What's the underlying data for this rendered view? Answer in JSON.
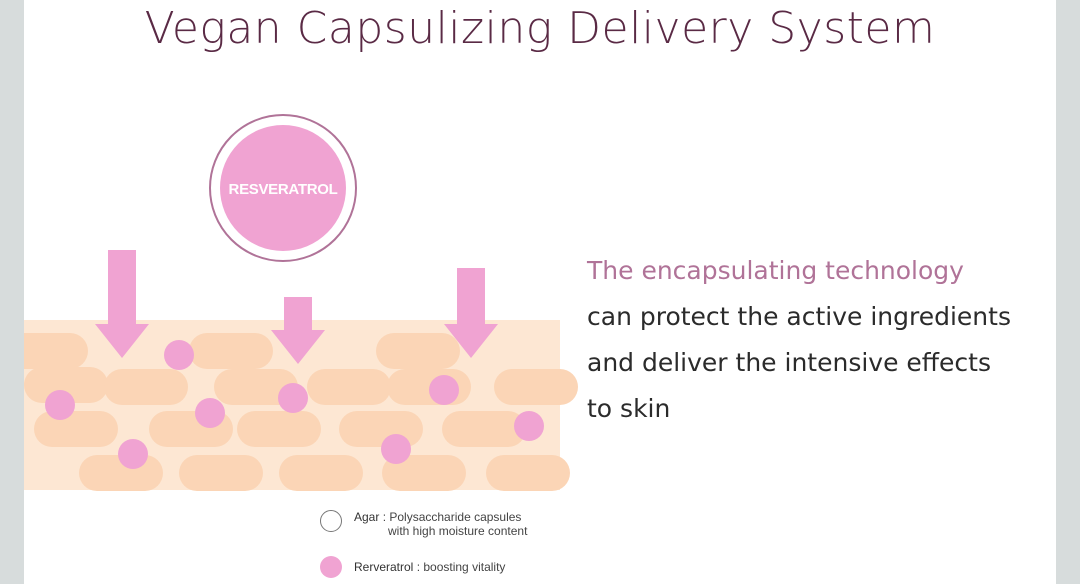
{
  "title": "Vegan Capsulizing Delivery System",
  "capsule": {
    "label": "RESVERATROL"
  },
  "description": {
    "highlight": "The encapsulating technology",
    "line2": "can protect the active ingredients",
    "line3": "and deliver the intensive effects",
    "line4": "to skin"
  },
  "legend": {
    "agar": {
      "name": "Agar",
      "text1": " : Polysaccharide capsules",
      "text2": "with high moisture content"
    },
    "resveratrol": {
      "name": "Rerveratrol",
      "text": " : boosting vitality"
    }
  },
  "colors": {
    "title": "#5a2a45",
    "highlight": "#b07398",
    "pink": "#f0a3d2",
    "skin_light": "#fde7d3",
    "skin_cell": "#fbd5b6"
  }
}
